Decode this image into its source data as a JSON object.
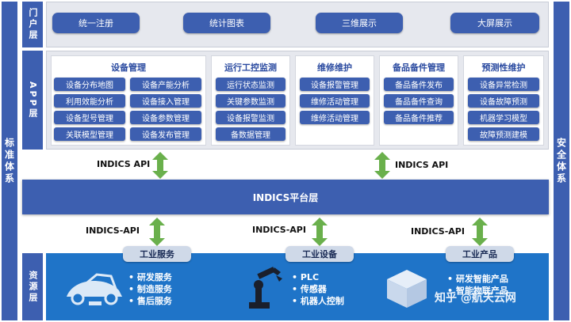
{
  "side_left": "标准体系",
  "side_right": "安全体系",
  "portal": {
    "label": "门户层",
    "buttons": [
      "统一注册",
      "统计图表",
      "三维展示",
      "大屏展示"
    ]
  },
  "app": {
    "label": "APP层",
    "modules": [
      {
        "title": "设备管理",
        "items": [
          "设备分布地图",
          "设备产能分析",
          "利用效能分析",
          "设备接入管理",
          "设备型号管理",
          "设备参数管理",
          "关联模型管理",
          "设备发布管理"
        ]
      },
      {
        "title": "运行工控监测",
        "items": [
          "运行状态监测",
          "关键参数监测",
          "设备报警监测",
          "备数据管理"
        ]
      },
      {
        "title": "维修维护",
        "items": [
          "设备报警管理",
          "维修活动管理",
          "维修活动管理"
        ]
      },
      {
        "title": "备品备件管理",
        "items": [
          "备品备件发布",
          "备品备件查询",
          "备品备件推荐"
        ]
      },
      {
        "title": "预测性维护",
        "items": [
          "设备异常检测",
          "设备故障预测",
          "机器学习模型",
          "故障预测建模"
        ]
      }
    ]
  },
  "api_upper": [
    "INDICS API",
    "INDICS API"
  ],
  "platform": "INDICS平台层",
  "api_lower": [
    "INDICS-API",
    "INDICS-API",
    "INDICS-API"
  ],
  "resource": {
    "label": "资源层",
    "tabs": [
      "工业服务",
      "工业设备",
      "工业产品"
    ],
    "groups": [
      {
        "icon": "car-icon",
        "items": [
          "研发服务",
          "制造服务",
          "售后服务"
        ]
      },
      {
        "icon": "robot-arm-icon",
        "items": [
          "PLC",
          "传感器",
          "机器人控制"
        ]
      },
      {
        "icon": "box-icon",
        "items": [
          "研发智能产品",
          "智能物联产品"
        ]
      }
    ]
  },
  "watermark": "知乎 @航天云网",
  "colors": {
    "primary": "#3d5fb0",
    "resource_bg": "#1f74c8",
    "arrow": "#6ab04c",
    "panel": "#e6e8ee"
  }
}
